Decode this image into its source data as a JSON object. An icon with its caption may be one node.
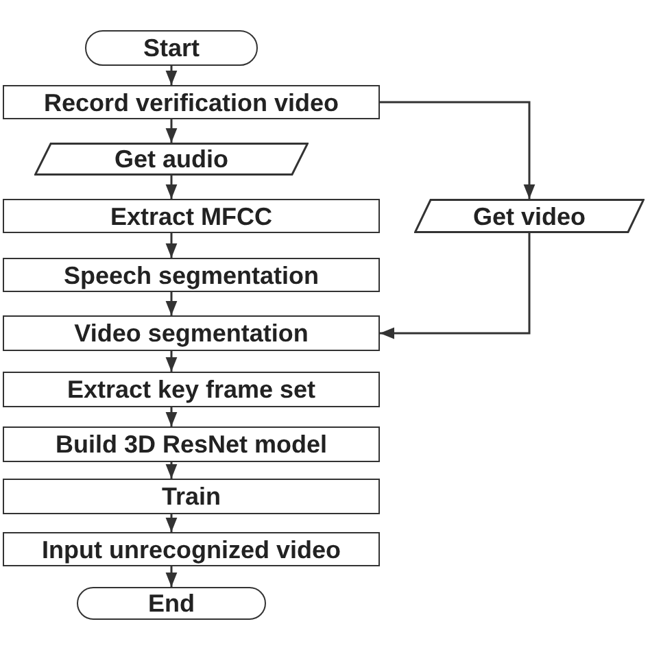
{
  "diagram": {
    "nodes": [
      {
        "text": [
          "Start"
        ]
      },
      {
        "text": [
          "Record verification video"
        ]
      },
      {
        "text": [
          "Get audio"
        ]
      },
      {
        "text": [
          "Extract MFCC"
        ]
      },
      {
        "text": [
          "Speech segmentation"
        ]
      },
      {
        "text": [
          "Video segmentation"
        ]
      },
      {
        "text": [
          "Extract key frame set"
        ]
      },
      {
        "text": [
          "Build 3D ResNet model"
        ]
      },
      {
        "text": [
          "Train"
        ]
      },
      {
        "text": [
          "Input unrecognized video"
        ]
      },
      {
        "text": [
          "End"
        ]
      },
      {
        "text": [
          "Get video"
        ]
      }
    ],
    "edges": [
      {
        "from": 0,
        "to": 1,
        "arrow": "to"
      },
      {
        "from": 1,
        "to": 2,
        "arrow": "to"
      },
      {
        "from": 2,
        "to": 3,
        "arrow": "to"
      },
      {
        "from": 3,
        "to": 4,
        "arrow": "to"
      },
      {
        "from": 4,
        "to": 5,
        "arrow": "to"
      },
      {
        "from": 5,
        "to": 6,
        "arrow": "to"
      },
      {
        "from": 6,
        "to": 7,
        "arrow": "to"
      },
      {
        "from": 7,
        "to": 8,
        "arrow": "to"
      },
      {
        "from": 8,
        "to": 9,
        "arrow": "to"
      },
      {
        "from": 9,
        "to": 10,
        "arrow": "to"
      },
      {
        "from": 1,
        "to": 11,
        "arrow": "to"
      },
      {
        "from": 11,
        "to": 5,
        "arrow": "to"
      }
    ]
  }
}
